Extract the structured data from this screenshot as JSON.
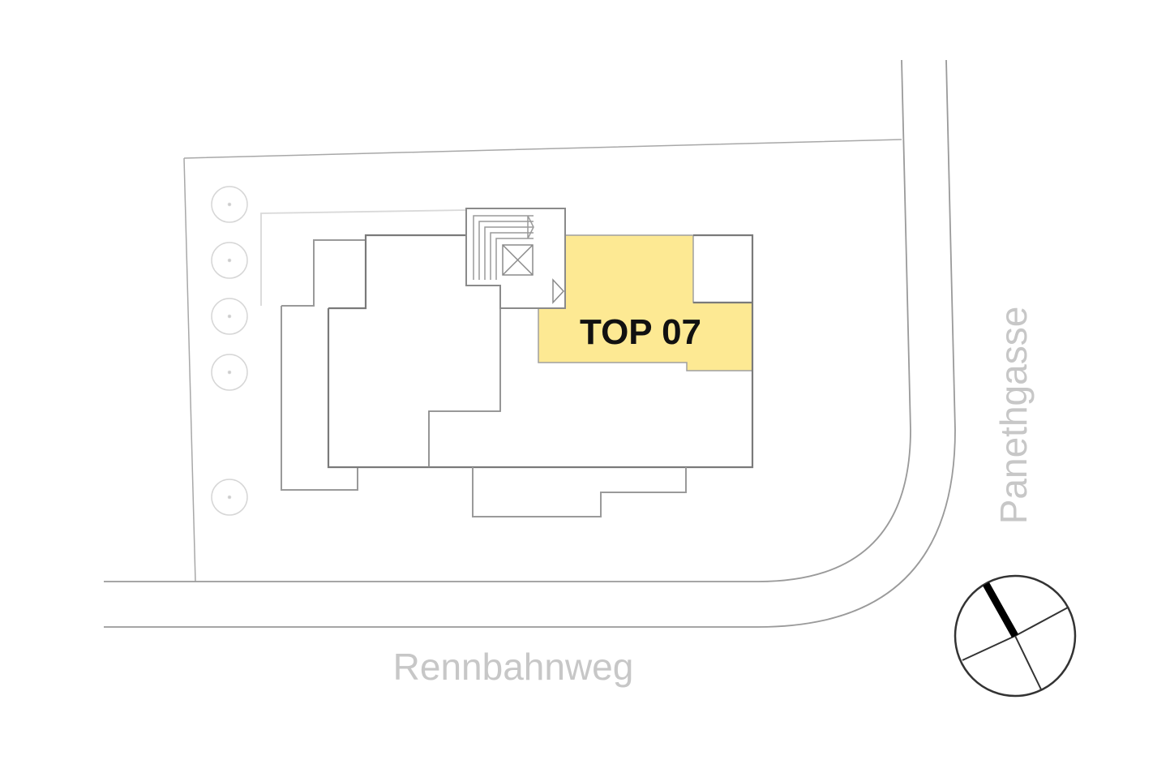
{
  "unit": {
    "label": "TOP 07",
    "highlight_color": "#fde993"
  },
  "streets": {
    "horizontal": "Rennbahnweg",
    "vertical": "Panethgasse"
  },
  "icons": {
    "north_arrow": "compass-icon",
    "trees": "tree-icon",
    "elevator": "elevator-icon",
    "stairs": "stairs-icon"
  },
  "colors": {
    "line": "#8a8a8a",
    "light_line": "#cfcfcf",
    "street_text": "#c7c7c7"
  }
}
